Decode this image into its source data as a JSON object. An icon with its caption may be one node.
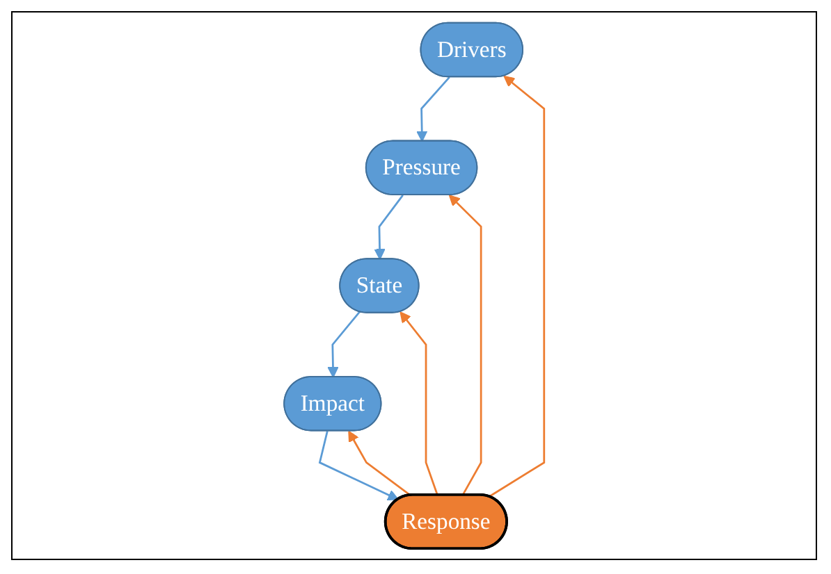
{
  "diagram": {
    "nodes": [
      {
        "text": [
          "Drivers"
        ]
      },
      {
        "text": [
          "Response"
        ]
      },
      {
        "text": [
          "Pressure"
        ]
      },
      {
        "text": [
          "Impact"
        ]
      },
      {
        "text": [
          "State"
        ]
      }
    ],
    "edges": [
      {
        "from": 0,
        "to": 2,
        "arrow": "to",
        "color": "#5b9bd5"
      },
      {
        "from": 2,
        "to": 4,
        "arrow": "to",
        "color": "#5b9bd5"
      },
      {
        "from": 4,
        "to": 3,
        "arrow": "to",
        "color": "#5b9bd5"
      },
      {
        "from": 3,
        "to": 1,
        "arrow": "to",
        "color": "#5b9bd5"
      },
      {
        "from": 1,
        "to": 0,
        "arrow": "to",
        "color": "#ed7d31"
      },
      {
        "from": 1,
        "to": 2,
        "arrow": "to",
        "color": "#ed7d31"
      },
      {
        "from": 1,
        "to": 4,
        "arrow": "to",
        "color": "#ed7d31"
      },
      {
        "from": 1,
        "to": 3,
        "arrow": "to",
        "color": "#ed7d31"
      }
    ]
  }
}
